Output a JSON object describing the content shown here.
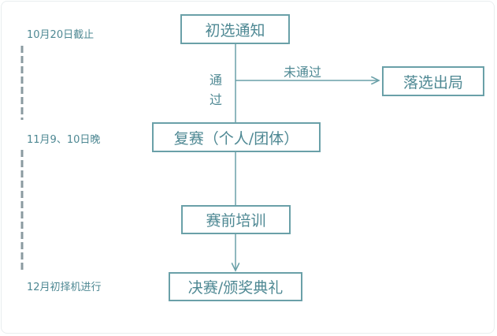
{
  "colors": {
    "accent": "#6aa0a8",
    "text": "#4e8893",
    "dash": "#8a9aa0"
  },
  "nodes": {
    "notice": "初选通知",
    "eliminated": "落选出局",
    "second_round": "复赛（个人/团体）",
    "training": "赛前培训",
    "final": "决赛/颁奖典礼"
  },
  "edges": {
    "pass_line1": "通",
    "pass_line2": "过",
    "fail": "未通过"
  },
  "timeline": {
    "date1": "10月20日截止",
    "date2": "11月9、10日晚",
    "date3": "12月初择机进行"
  }
}
